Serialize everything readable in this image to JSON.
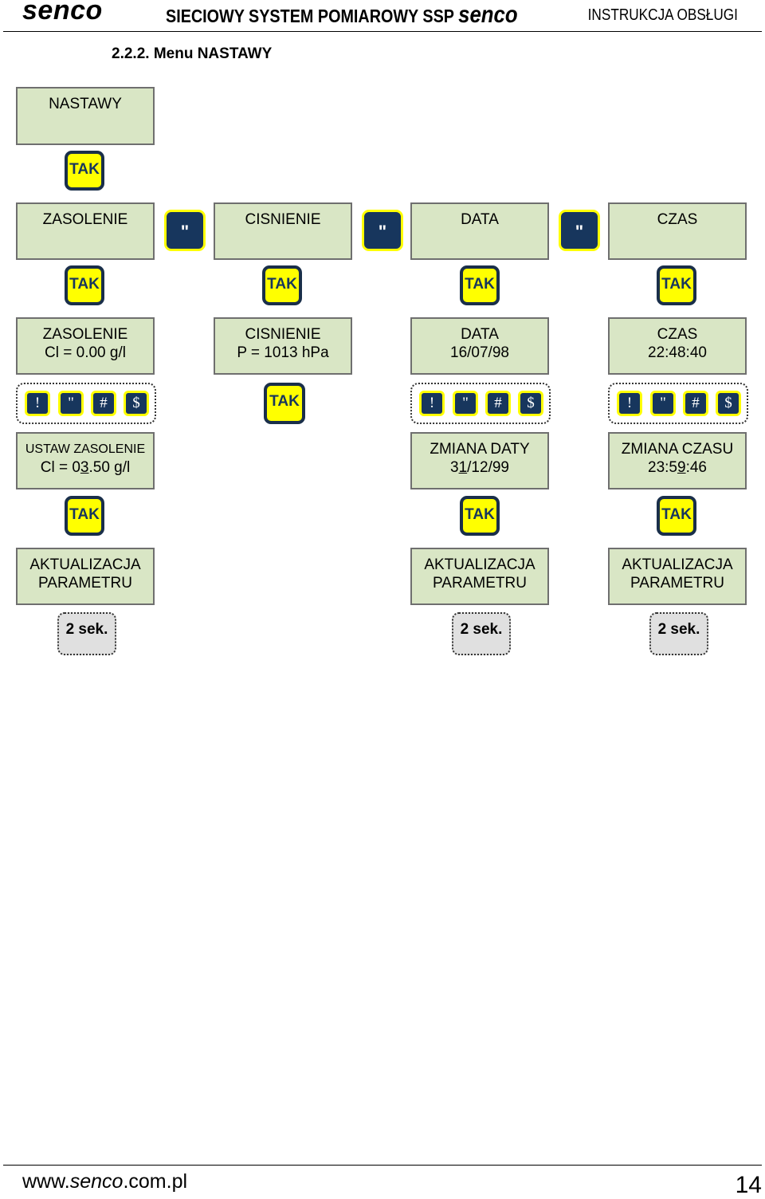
{
  "header": {
    "logo": "senco",
    "title": "SIECIOWY SYSTEM POMIAROWY SSP ",
    "title_brand": "senco",
    "right": "INSTRUKCJA OBSŁUGI"
  },
  "section_title": "2.2.2. Menu NASTAWY",
  "diagram": {
    "root": "NASTAWY",
    "tak": "TAK",
    "next_key": "\"",
    "menu": [
      "ZASOLENIE",
      "CISNIENIE",
      "DATA",
      "CZAS"
    ],
    "current": [
      {
        "line1": "ZASOLENIE",
        "line2": "Cl = 0.00 g/l"
      },
      {
        "line1": "CISNIENIE",
        "line2": "P = 1013 hPa"
      },
      {
        "line1": "DATA",
        "line2": "16/07/98"
      },
      {
        "line1": "CZAS",
        "line2": "22:48:40"
      }
    ],
    "keypad": [
      "!",
      "\"",
      "#",
      "$"
    ],
    "set": [
      {
        "line1": "USTAW ZASOLENIE",
        "pre": "Cl = 0",
        "ul": "3",
        "post": ".50 g/l"
      },
      {
        "line1": "ZMIANA DATY",
        "pre": "3",
        "ul": "1",
        "post": "/12/99"
      },
      {
        "line1": "ZMIANA CZASU",
        "pre": "23:5",
        "ul": "9",
        "post": ":46"
      }
    ],
    "update": {
      "line1": "AKTUALIZACJA",
      "line2": "PARAMETRU"
    },
    "delay": "2 sek."
  },
  "footer": {
    "url_a": "www.",
    "url_b": "senco",
    "url_c": ".com.pl",
    "page": "14"
  },
  "colors": {
    "box_fill": "#d9e6c5",
    "key_yellow": "#ffff00",
    "key_navy": "#17365d"
  }
}
